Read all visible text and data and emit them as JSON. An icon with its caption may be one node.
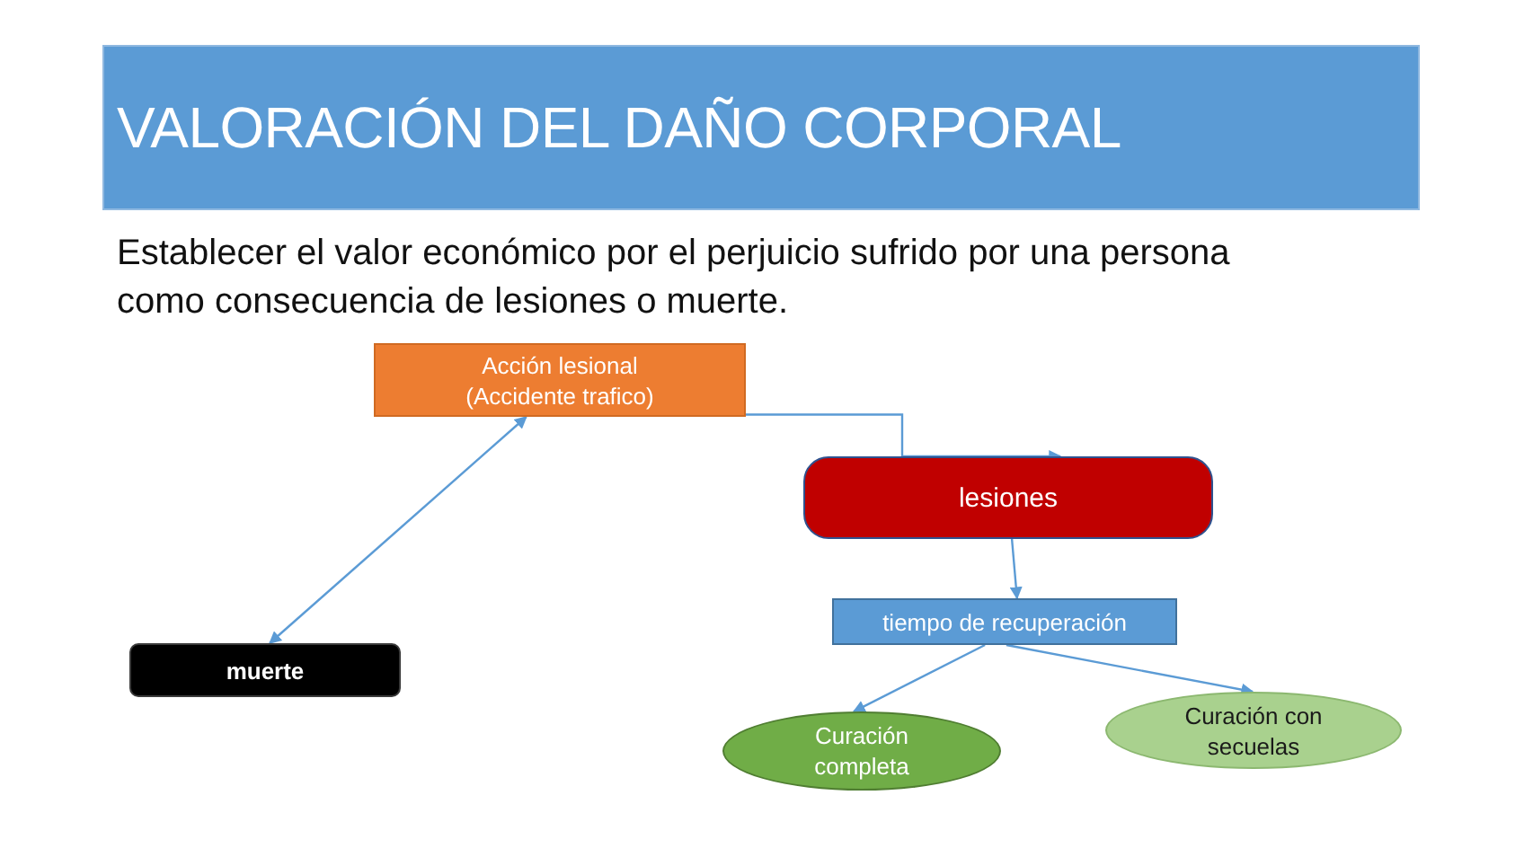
{
  "diagram": {
    "title": "VALORACIÓN DEL DAÑO CORPORAL",
    "nodes": [
      {
        "text": [
          "Acción lesional (Accidente trafico)"
        ]
      },
      {
        "text": [
          "lesiones"
        ]
      },
      {
        "text": [
          "tiempo de recuperación"
        ]
      },
      {
        "text": [
          "muerte"
        ]
      },
      {
        "text": [
          "Curación completa"
        ]
      },
      {
        "text": [
          "Curación con secuelas"
        ]
      }
    ],
    "edges": [
      {
        "from": 0,
        "to": 1,
        "arrow": "to"
      },
      {
        "from": 0,
        "to": 3,
        "arrow": "both"
      },
      {
        "from": 1,
        "to": 2,
        "arrow": "to"
      },
      {
        "from": 2,
        "to": 4,
        "arrow": "to"
      },
      {
        "from": 2,
        "to": 5,
        "arrow": "to"
      }
    ],
    "labels": [
      "Establecer el valor económico por el perjuicio sufrido por una persona como consecuencia de lesiones o muerte."
    ]
  }
}
